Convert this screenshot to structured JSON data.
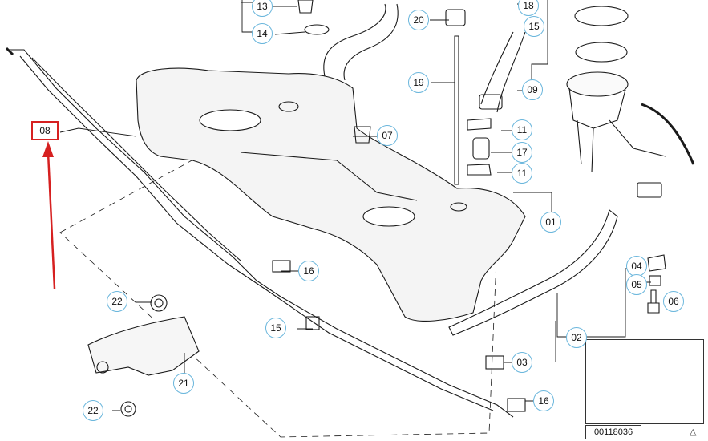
{
  "diagram": {
    "callouts": {
      "c13": "13",
      "c14": "14",
      "c20": "20",
      "c18": "18",
      "c15a": "15",
      "c19": "19",
      "c09": "09",
      "c08": "08",
      "c07": "07",
      "c11a": "11",
      "c17": "17",
      "c11b": "11",
      "c01": "01",
      "c16a": "16",
      "c04": "04",
      "c05": "05",
      "c06": "06",
      "c22a": "22",
      "c15b": "15",
      "c02": "02",
      "c03": "03",
      "c21": "21",
      "c16b": "16",
      "c22b": "22"
    },
    "catalog_number": "00118036",
    "colors": {
      "callout_border": "#6ab6dc",
      "highlight": "#d62020",
      "line": "#1a1a1a"
    }
  }
}
